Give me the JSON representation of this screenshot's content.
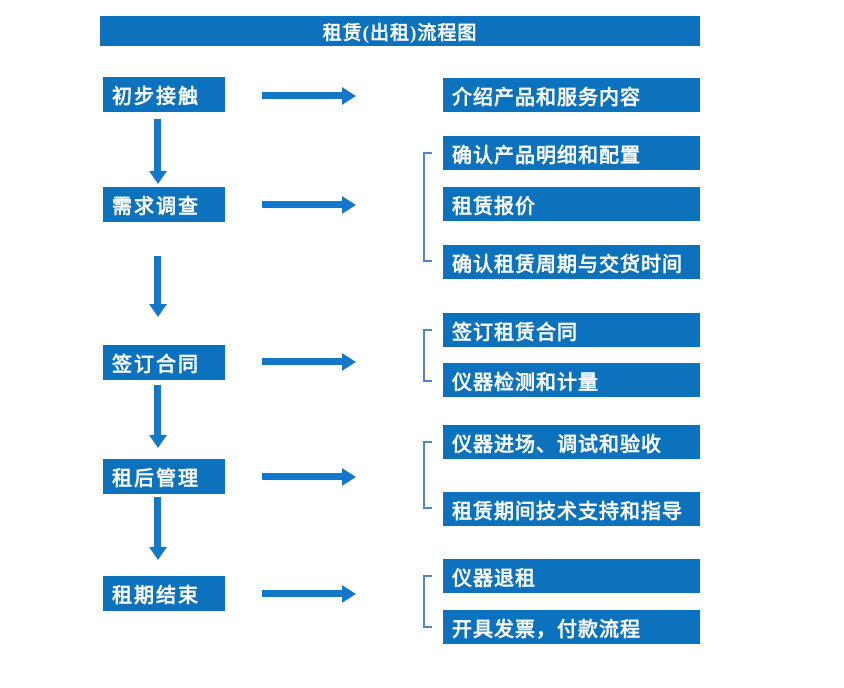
{
  "title": "租赁(出租)流程图",
  "colors": {
    "box_blue": "#0d72bd",
    "arrow_blue": "#1577c7",
    "bracket_blue": "#4e86c6",
    "text_white": "#ffffff"
  },
  "left_steps": [
    {
      "label": "初步接触"
    },
    {
      "label": "需求调查"
    },
    {
      "label": "签订合同"
    },
    {
      "label": "租后管理"
    },
    {
      "label": "租期结束"
    }
  ],
  "right_items": [
    {
      "label": "介绍产品和服务内容"
    },
    {
      "label": "确认产品明细和配置"
    },
    {
      "label": "租赁报价"
    },
    {
      "label": "确认租赁周期与交货时间"
    },
    {
      "label": "签订租赁合同"
    },
    {
      "label": "仪器检测和计量"
    },
    {
      "label": "仪器进场、调试和验收"
    },
    {
      "label": "租赁期间技术支持和指导"
    },
    {
      "label": "仪器退租"
    },
    {
      "label": "开具发票，付款流程"
    }
  ]
}
